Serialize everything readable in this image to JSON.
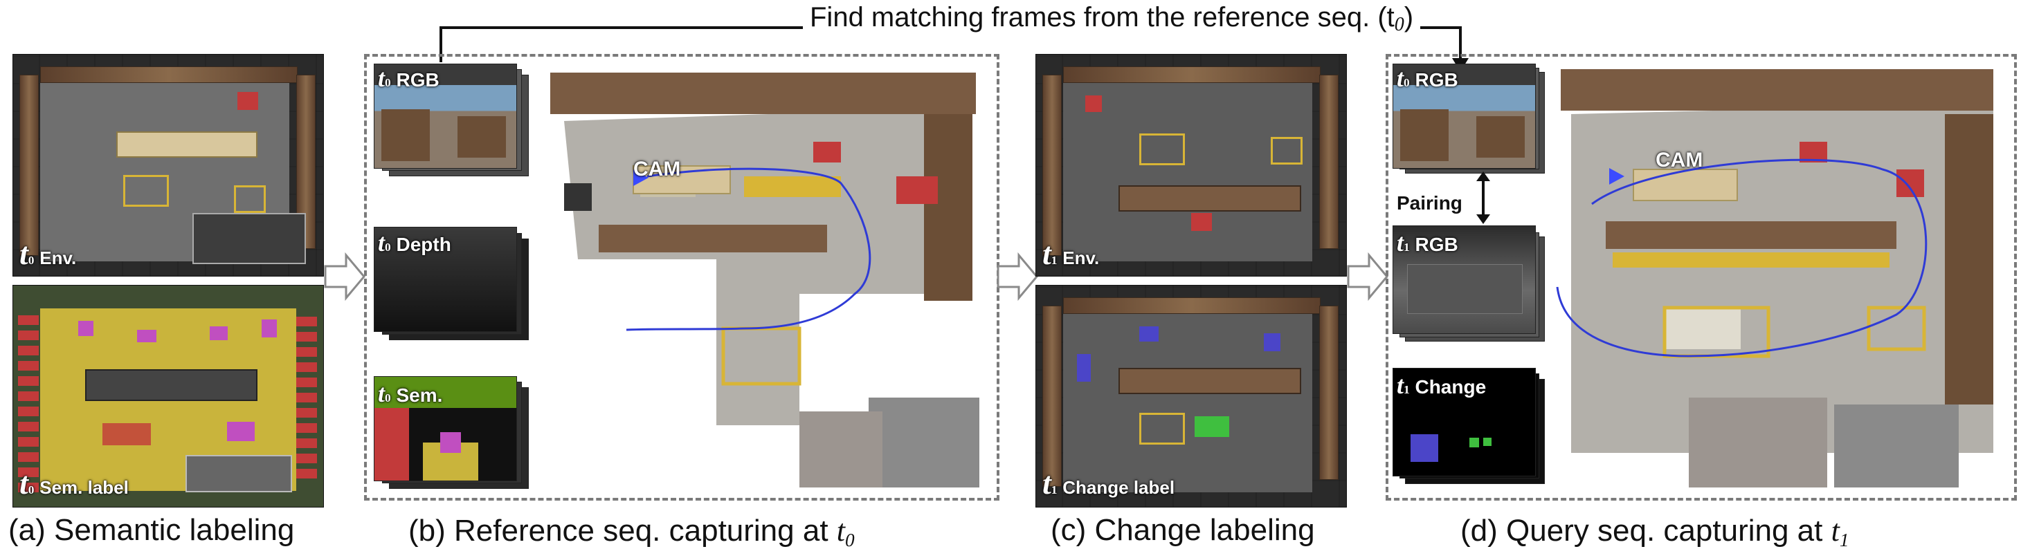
{
  "top_arrow": {
    "label": "Find matching frames from the reference seq. (t",
    "label_sub": "0",
    "label_tail": ")"
  },
  "panel_a": {
    "env_tag": {
      "t": "t",
      "sub": "0",
      "text": "Env."
    },
    "sem_tag": {
      "t": "t",
      "sub": "0",
      "text": "Sem. label"
    },
    "caption": "(a) Semantic labeling"
  },
  "panel_b": {
    "rgb_tag": {
      "t": "t",
      "sub": "0",
      "text": "RGB"
    },
    "depth_tag": {
      "t": "t",
      "sub": "0",
      "text": "Depth"
    },
    "sem_tag": {
      "t": "t",
      "sub": "0",
      "text": "Sem."
    },
    "cam_label": "CAM",
    "caption_prefix": "(b) Reference seq. capturing at ",
    "caption_t": "t",
    "caption_sub": "0"
  },
  "panel_c": {
    "env_tag": {
      "t": "t",
      "sub": "1",
      "text": "Env."
    },
    "change_tag": {
      "t": "t",
      "sub": "1",
      "text": "Change label"
    },
    "caption": "(c) Change labeling"
  },
  "panel_d": {
    "rgb0_tag": {
      "t": "t",
      "sub": "0",
      "text": "RGB"
    },
    "pairing_label": "Pairing",
    "rgb1_tag": {
      "t": "t",
      "sub": "1",
      "text": "RGB"
    },
    "change_tag": {
      "t": "t",
      "sub": "1",
      "text": "Change"
    },
    "cam_label": "CAM",
    "caption_prefix": "(d) Query seq. capturing at ",
    "caption_t": "t",
    "caption_sub": "1"
  },
  "colors": {
    "trajectory": "#2f3bd6",
    "sem_green": "#5a8f14",
    "sem_yellow": "#c9b43c",
    "sem_magenta": "#c04fc0",
    "sem_red": "#c23a3a",
    "change_blue": "#4b45c8",
    "change_green": "#3fbf3f"
  }
}
